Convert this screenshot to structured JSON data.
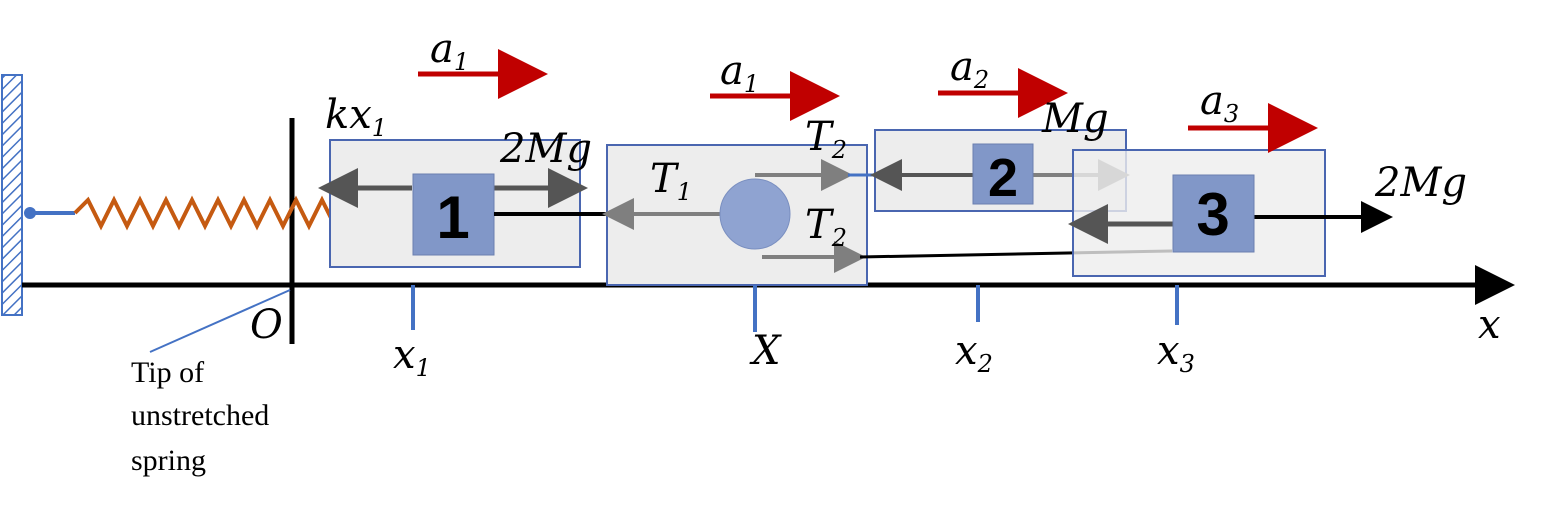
{
  "labels": {
    "a1_left": {
      "base": "a",
      "sub": "1"
    },
    "a1_mid": {
      "base": "a",
      "sub": "1"
    },
    "a2": {
      "base": "a",
      "sub": "2"
    },
    "a3": {
      "base": "a",
      "sub": "3"
    },
    "kx1": {
      "base": "kx",
      "sub": "1"
    },
    "force_2mg_block1": "2Mg",
    "t1": {
      "base": "T",
      "sub": "1"
    },
    "t2_top": {
      "base": "T",
      "sub": "2"
    },
    "t2_bottom": {
      "base": "T",
      "sub": "2"
    },
    "mg_block2": "Mg",
    "force_2mg_block3": "2Mg",
    "origin": "O",
    "x_axis": "x",
    "pos_x1": {
      "base": "x",
      "sub": "1"
    },
    "pos_X": "X",
    "pos_x2": {
      "base": "x",
      "sub": "2"
    },
    "pos_x3": {
      "base": "x",
      "sub": "3"
    }
  },
  "blocks": {
    "block1": "1",
    "block2": "2",
    "block3": "3"
  },
  "note": {
    "line1": "Tip of",
    "line2": "unstretched",
    "line3": "spring"
  },
  "colors": {
    "acceleration_arrow": "#c00000",
    "block_fill": "#8197c8",
    "box_fill": "#ededed",
    "box_stroke": "#4a66b0",
    "spring": "#c55a11",
    "pulley": "#8fa3d1",
    "force_arrow": "#555555",
    "wall_hatch": "#4472c4"
  }
}
